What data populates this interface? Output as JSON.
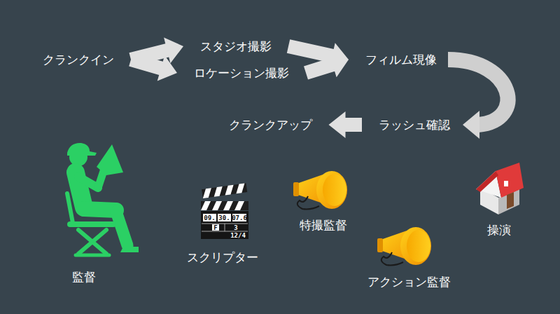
{
  "diagram": {
    "nodes": [
      {
        "text": [
          "クランクイン"
        ]
      },
      {
        "text": [
          "スタジオ撮影"
        ]
      },
      {
        "text": [
          "ロケーション撮影"
        ]
      },
      {
        "text": [
          "フィルム現像"
        ]
      },
      {
        "text": [
          "ラッシュ確認"
        ]
      },
      {
        "text": [
          "クランクアップ"
        ]
      }
    ],
    "edges": [
      {
        "from": 0,
        "to": 1,
        "arrow": "to"
      },
      {
        "from": 0,
        "to": 2,
        "arrow": "to"
      },
      {
        "from": 1,
        "to": 3,
        "arrow": "to"
      },
      {
        "from": 2,
        "to": 3,
        "arrow": "to"
      },
      {
        "from": 3,
        "to": 4,
        "arrow": "to"
      },
      {
        "from": 4,
        "to": 5,
        "arrow": "to"
      }
    ],
    "labels": [
      "監督",
      "スクリプター",
      "09.",
      "30.",
      "07.6",
      "F",
      "3",
      "12/4",
      "特撮監督",
      "アクション監督",
      "操演"
    ]
  }
}
